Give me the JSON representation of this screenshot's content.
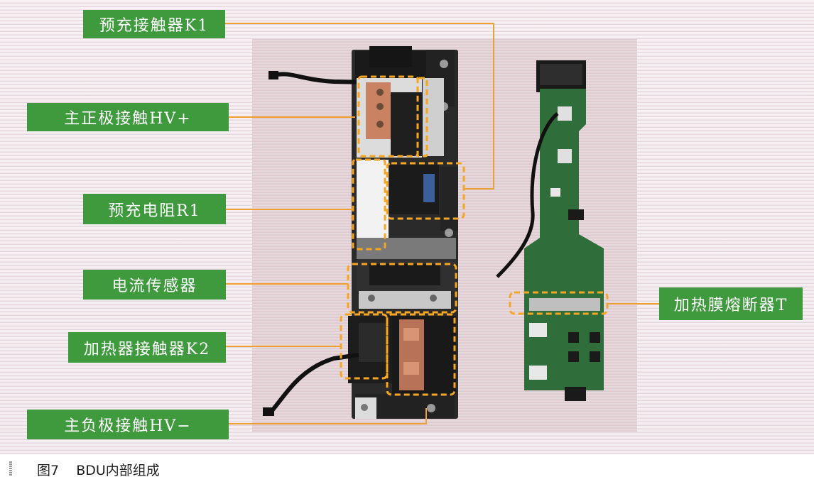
{
  "labels": {
    "precharge_contactor": "预充接触器K1",
    "main_positive_contact": "主正极接触HV+",
    "precharge_resistor": "预充电阻R1",
    "current_sensor": "电流传感器",
    "heater_contactor": "加热器接触器K2",
    "main_negative_contact": "主负极接触HV−",
    "heater_film_fuse": "加热膜熔断器T"
  },
  "caption": {
    "figure_number": "图7",
    "title": "BDU内部组成"
  },
  "colors": {
    "label_green": "#3f9a3e",
    "leader_orange": "#f0a030",
    "dash_orange": "#f5a623",
    "pcb_green": "#2f6e3b",
    "copper": "#c98363"
  }
}
